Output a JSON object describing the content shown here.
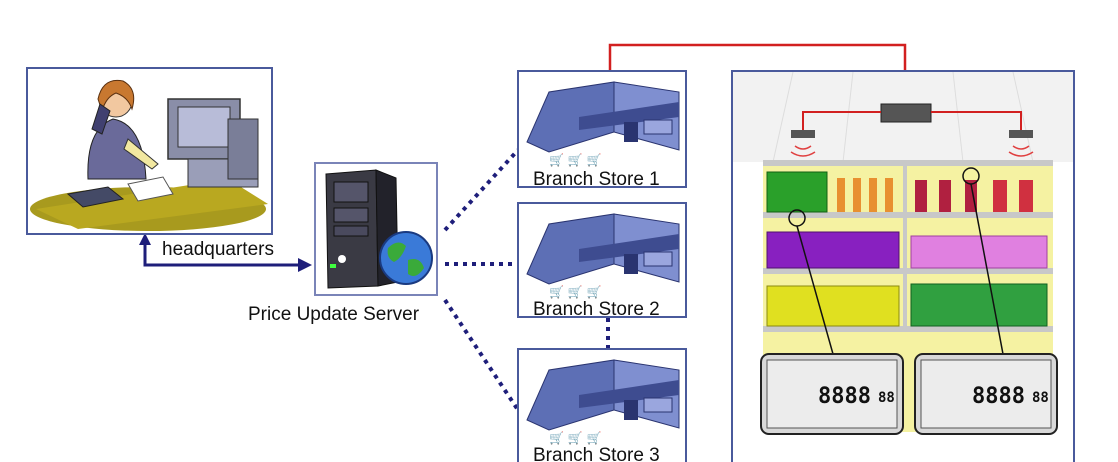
{
  "headquarters": {
    "label": "headquarters"
  },
  "server": {
    "label": "Price Update Server"
  },
  "stores": [
    {
      "label": "Branch Store 1"
    },
    {
      "label": "Branch Store 2"
    },
    {
      "label": "Branch Store 3"
    }
  ],
  "colors": {
    "panel_border": "#4a5a9c",
    "store_blue": "#5d6fb5",
    "link_dotted": "#1e1e7a",
    "wired_link": "#d22020",
    "shelf_yellow": "#f5f2a2"
  },
  "tags": {
    "price_digits": "8888",
    "price_cents": "88",
    "small_digits": "8888"
  }
}
